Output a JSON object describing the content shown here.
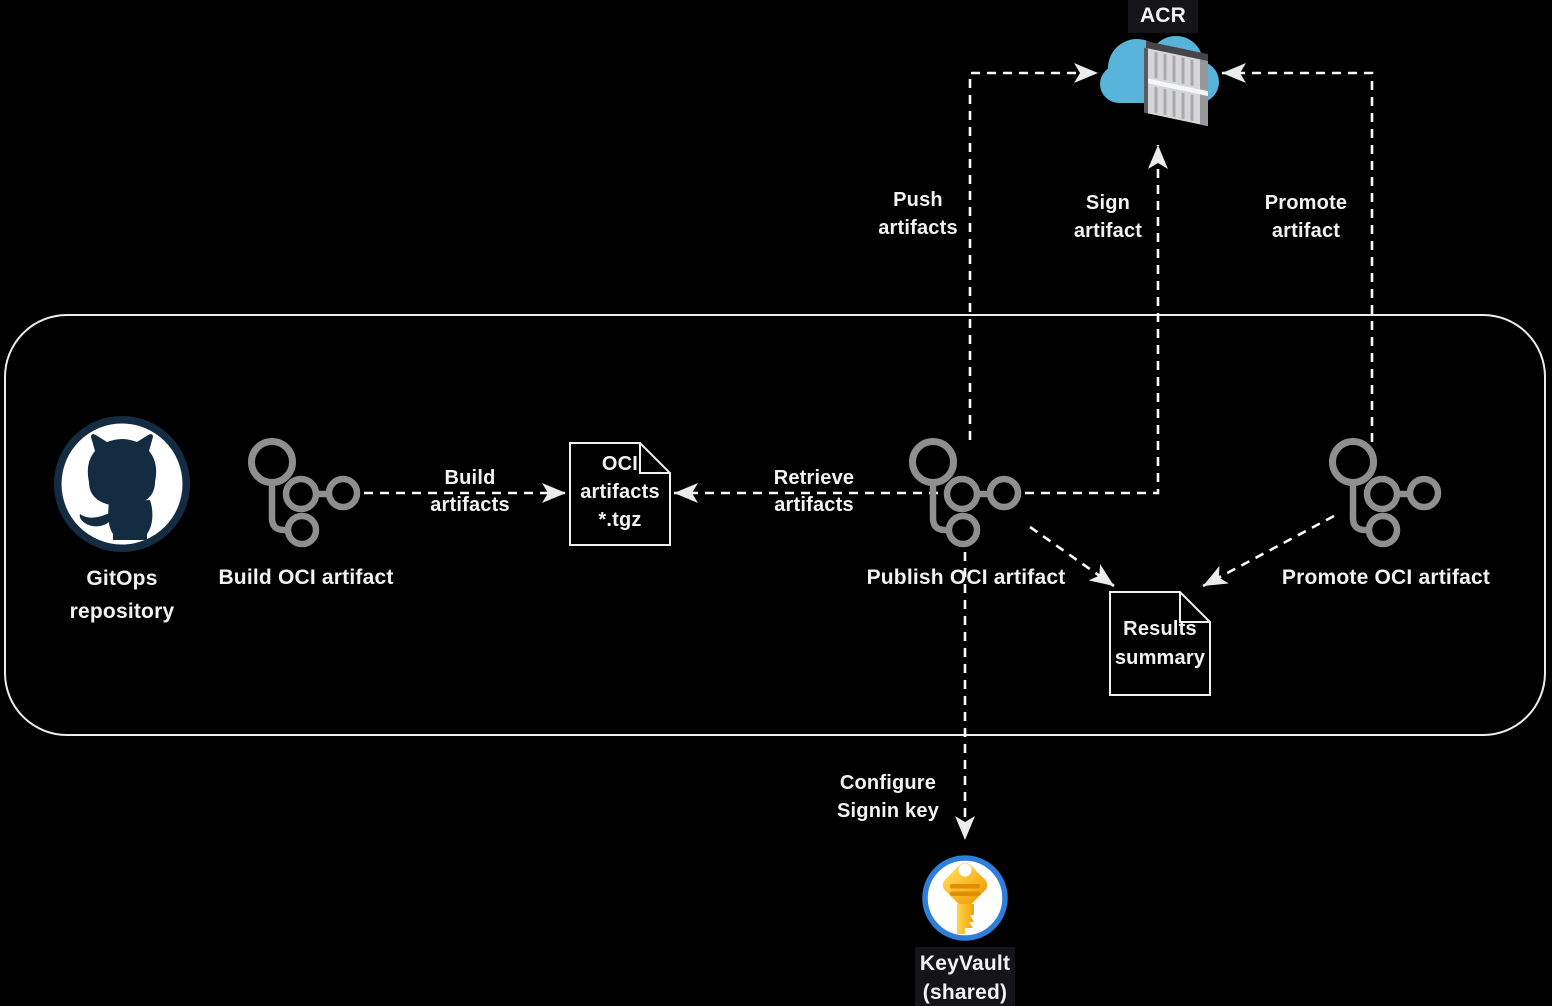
{
  "nodes": {
    "acr": "ACR",
    "gitops_repository": "GitOps\nrepository",
    "build_oci_artifact": "Build OCI artifact",
    "oci_artifacts_file": "OCI\nartifacts\n*.tgz",
    "publish_oci_artifact": "Publish OCI artifact",
    "promote_oci_artifact": "Promote OCI artifact",
    "results_summary": "Results\nsummary",
    "keyvault": "KeyVault\n(shared)"
  },
  "edges": {
    "push_artifacts": "Push\nartifacts",
    "sign_artifact": "Sign\nartifact",
    "promote_artifact": "Promote\nartifact",
    "build_artifacts": "Build\nartifacts",
    "retrieve_artifacts": "Retrieve\nartifacts",
    "configure_signin_key": "Configure\nSignin key"
  },
  "colors": {
    "background": "#000000",
    "line": "#f0f0f0",
    "icon_gray": "#8f8f8f",
    "github_navy": "#142c41",
    "azure_cloud_blue": "#58b4d9",
    "keyvault_ring_blue": "#2e7fd9",
    "key_yellow": "#fdc32a",
    "label_bg": "#141419"
  }
}
